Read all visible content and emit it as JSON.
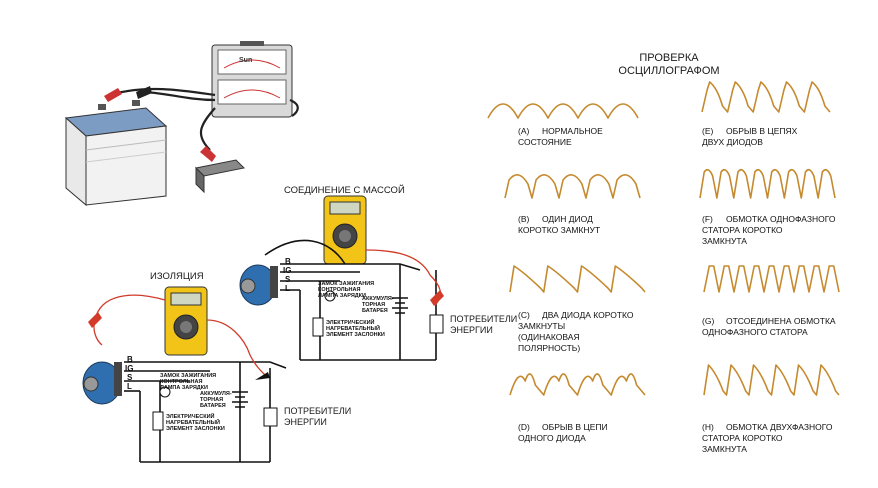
{
  "main_title": "ПРОВЕРКА\nОСЦИЛЛОГРАФОМ",
  "colors": {
    "wave": "#c58a2e",
    "wire_red": "#d23a2a",
    "meter": "#f2c417",
    "alt_blue": "#2f6fb0",
    "battery": "#9fb8d6"
  },
  "labels": {
    "ground_connection": "СОЕДИНЕНИЕ С МАССОЙ",
    "insulation": "ИЗОЛЯЦИЯ",
    "consumers_top": "ПОТРЕБИТЕЛИ\nЭНЕРГИИ",
    "consumers_bottom": "ПОТРЕБИТЕЛИ\nЭНЕРГИИ"
  },
  "terminals": [
    "B",
    "IG",
    "S",
    "L"
  ],
  "circuit_small_text": {
    "ignition": "ЗАМОК ЗАЖИГАНИЯ\nКОНТРОЛЬНАЯ\nЛАМПА ЗАРЯДКИ",
    "battery": "АККУМУЛЯ-\nТОРНАЯ\nБАТАРЕЯ",
    "heater": "ЭЛЕКТРИЧЕСКИЙ\nНАГРЕВАТЕЛЬНЫЙ\nЭЛЕМЕНТ ЗАСЛОНКИ"
  },
  "charger_brand": "Sun",
  "waveforms": [
    {
      "code": "(A)",
      "text": "НОРМАЛЬНОЕ\nСОСТОЯНИЕ",
      "kind": "normal"
    },
    {
      "code": "(B)",
      "text": "ОДИН ДИОД\nКОРОТКО ЗАМКНУТ",
      "kind": "one_short"
    },
    {
      "code": "(C)",
      "text": "ДВА ДИОДА КОРОТКО\nЗАМКНУТЫ\n(ОДИНАКОВАЯ\nПОЛЯРНОСТЬ)",
      "kind": "two_short"
    },
    {
      "code": "(D)",
      "text": "ОБРЫВ В ЦЕПИ\nОДНОГО ДИОДА",
      "kind": "one_open"
    },
    {
      "code": "(E)",
      "text": "ОБРЫВ В ЦЕПЯХ\nДВУХ ДИОДОВ",
      "kind": "two_open"
    },
    {
      "code": "(F)",
      "text": "ОБМОТКА ОДНОФАЗНОГО\nСТАТОРА КОРОТКО\nЗАМКНУТА",
      "kind": "phase_short"
    },
    {
      "code": "(G)",
      "text": "ОТСОЕДИНЕНА ОБМОТКА\nОДНОФАЗНОГО СТАТОРА",
      "kind": "phase_open"
    },
    {
      "code": "(H)",
      "text": "ОБМОТКА ДВУХФАЗНОГО\nСТАТОРА КОРОТКО\nЗАМКНУТА",
      "kind": "two_phase_short"
    }
  ]
}
